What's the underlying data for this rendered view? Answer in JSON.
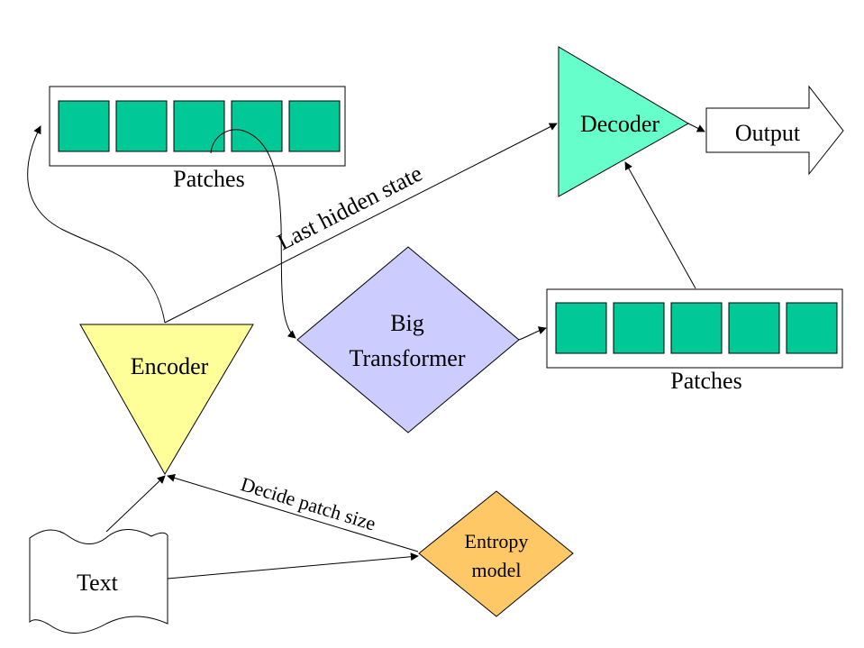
{
  "nodes": {
    "patches_top": {
      "label": "Patches",
      "cell_count": 5
    },
    "patches_right": {
      "label": "Patches",
      "cell_count": 5
    },
    "decoder": {
      "label": "Decoder"
    },
    "output": {
      "label": "Output"
    },
    "encoder": {
      "label": "Encoder"
    },
    "big_transformer": {
      "label_line1": "Big",
      "label_line2": "Transformer"
    },
    "text": {
      "label": "Text"
    },
    "entropy_model": {
      "label_line1": "Entropy",
      "label_line2": "model"
    }
  },
  "edges": {
    "last_hidden_state": {
      "label": "Last hidden state"
    },
    "decide_patch_size": {
      "label": "Decide patch size"
    }
  },
  "colors": {
    "patch_cell": "#00c896",
    "decoder": "#66ffcc",
    "encoder": "#ffff99",
    "big_transformer": "#ccccff",
    "entropy_model": "#ffc866"
  }
}
